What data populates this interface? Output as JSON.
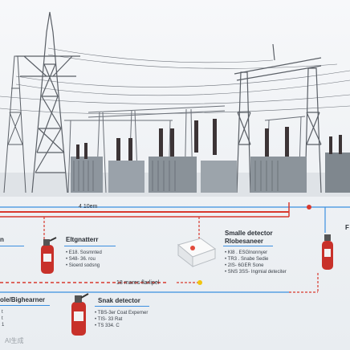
{
  "diagram": {
    "top_line_label": "4 10em",
    "left_cut_title": "n",
    "left_ext_title": "Eltgnatterr",
    "left_ext_lines": [
      "• E18. Sosmnted",
      "• S48- 36. rou",
      "• Sioerd sodsng"
    ],
    "smoke_title": "Smalle detector",
    "smoke_subtitle": "Rlobesaneer",
    "smoke_lines": [
      "• Kl8 . ESGlnonnyer",
      "• TR3 . Snabe Sedie",
      "• 2IS- 6GER Sone",
      "• SNS 3SS- Ingmial deteciter"
    ],
    "floor_label": "18 mares flarlipel",
    "bottom_left_title": "ole/Bighearner",
    "bottom_left_lines": [
      "t",
      "t",
      "1"
    ],
    "bottom_title": "Snak detector",
    "bottom_lines": [
      "• TBS-3er Coat Experner",
      "• TIS- 33 Rat",
      "• TS 334. C"
    ],
    "right_cut_title": "F",
    "watermark": "AI生成",
    "colors": {
      "red": "#d8392e",
      "blue": "#3b8fe0"
    }
  }
}
